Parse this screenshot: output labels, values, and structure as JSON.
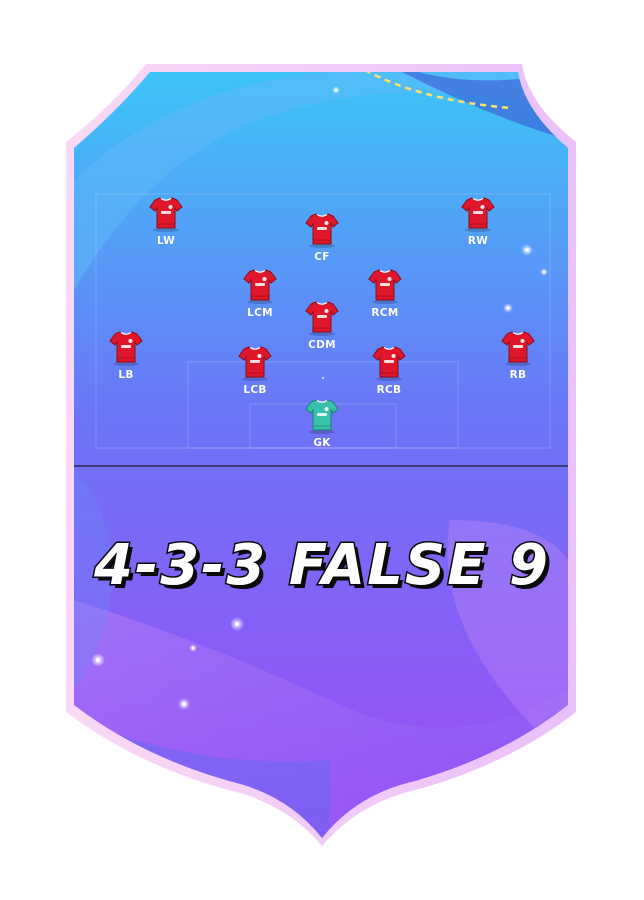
{
  "title": "4-3-3 FALSE 9",
  "colors": {
    "card_top": "#3bc8f8",
    "card_mid": "#6c74f7",
    "card_bottom": "#a248f6",
    "kit_red": "#e0162b",
    "kit_gk": "#35c2a9"
  },
  "players": [
    {
      "label": "LW",
      "kit": "outfield"
    },
    {
      "label": "CF",
      "kit": "outfield"
    },
    {
      "label": "RW",
      "kit": "outfield"
    },
    {
      "label": "LCM",
      "kit": "outfield"
    },
    {
      "label": "RCM",
      "kit": "outfield"
    },
    {
      "label": "CDM",
      "kit": "outfield"
    },
    {
      "label": "LB",
      "kit": "outfield"
    },
    {
      "label": "LCB",
      "kit": "outfield"
    },
    {
      "label": "RCB",
      "kit": "outfield"
    },
    {
      "label": "RB",
      "kit": "outfield"
    },
    {
      "label": "GK",
      "kit": "goalkeeper"
    }
  ]
}
